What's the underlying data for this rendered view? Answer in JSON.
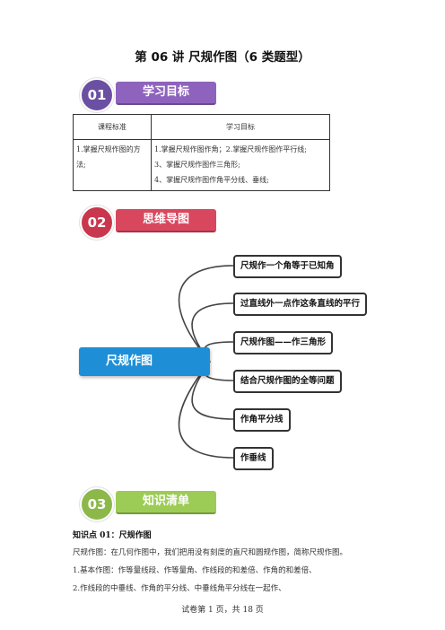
{
  "title": "第 06 讲  尺规作图（6 类题型）",
  "sections": [
    {
      "number": "01",
      "label": "学习目标",
      "circle_color": "#6b4fa3",
      "bar_color": "#8e63bd"
    },
    {
      "number": "02",
      "label": "思维导图",
      "circle_color": "#c9374e",
      "bar_color": "#d9475f"
    },
    {
      "number": "03",
      "label": "知识清单",
      "circle_color": "#8cb84a",
      "bar_color": "#9ccc55"
    }
  ],
  "goals_table": {
    "headers": [
      "课程标准",
      "学习目标"
    ],
    "standard": "1.掌握尺规作图的方法;",
    "objectives": [
      "1.掌握尺规作图作角；2.掌握尺规作图作平行线;",
      "3、掌握尺规作图作三角形;",
      "4、掌握尺规作图作角平分线、垂线;"
    ]
  },
  "mindmap": {
    "center": "尺规作图",
    "center_color": "#1e8fd6",
    "branches": [
      "尺规作一个角等于已知角",
      "过直线外一点作这条直线的平行",
      "尺规作图——作三角形",
      "结合尺规作图的全等问题",
      "作角平分线",
      "作垂线"
    ]
  },
  "knowledge": {
    "point_title": "知识点 01：尺规作图",
    "lines": [
      "尺规作图：在几何作图中，我们把用没有刻度的直尺和圆规作图，简称尺规作图。",
      "1.基本作图：作等量线段、作等量角、作线段的和差倍、作角的和差倍、",
      "2.作线段的中垂线、作角的平分线、中垂线角平分线在一起作、"
    ]
  },
  "footer": "试卷第 1 页，共 18 页"
}
